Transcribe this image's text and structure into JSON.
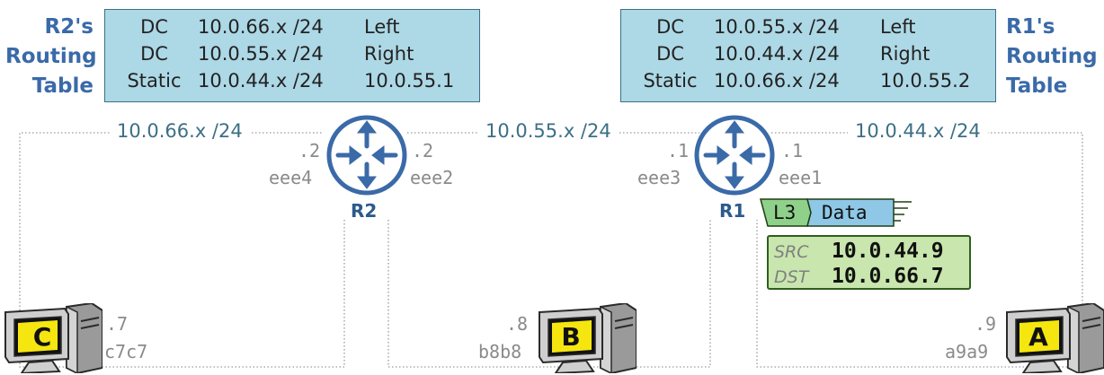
{
  "r2_table": {
    "title": [
      "R2's",
      "Routing",
      "Table"
    ],
    "rows": [
      [
        "DC",
        "10.0.66.x /24",
        "Left"
      ],
      [
        "DC",
        "10.0.55.x /24",
        "Right"
      ],
      [
        "Static",
        "10.0.44.x /24",
        "10.0.55.1"
      ]
    ]
  },
  "r1_table": {
    "title": [
      "R1's",
      "Routing",
      "Table"
    ],
    "rows": [
      [
        "DC",
        "10.0.55.x /24",
        "Left"
      ],
      [
        "DC",
        "10.0.44.x /24",
        "Right"
      ],
      [
        "Static",
        "10.0.66.x /24",
        "10.0.55.2"
      ]
    ]
  },
  "subnets": {
    "left": "10.0.66.x /24",
    "middle": "10.0.55.x /24",
    "right": "10.0.44.x /24"
  },
  "routers": {
    "r2": {
      "name": "R2",
      "left_ip": ".2",
      "left_mac": "eee4",
      "right_ip": ".2",
      "right_mac": "eee2"
    },
    "r1": {
      "name": "R1",
      "left_ip": ".1",
      "left_mac": "eee3",
      "right_ip": ".1",
      "right_mac": "eee1"
    }
  },
  "hosts": {
    "c": {
      "letter": "C",
      "ip": ".7",
      "mac": "c7c7"
    },
    "b": {
      "letter": "B",
      "ip": ".8",
      "mac": "b8b8"
    },
    "a": {
      "letter": "A",
      "ip": ".9",
      "mac": "a9a9"
    }
  },
  "packet": {
    "l3_label": "L3",
    "data_label": "Data",
    "src_label": "SRC",
    "src_value": "10.0.44.9",
    "dst_label": "DST",
    "dst_value": "10.0.66.7"
  },
  "colors": {
    "table_fill": "#add8e6",
    "router_blue": "#3a6aa8",
    "l3_green": "#8fd18a",
    "data_blue": "#8ec8e6",
    "packet_fill": "#c8e6ad",
    "screen_yellow": "#f5e60f"
  }
}
